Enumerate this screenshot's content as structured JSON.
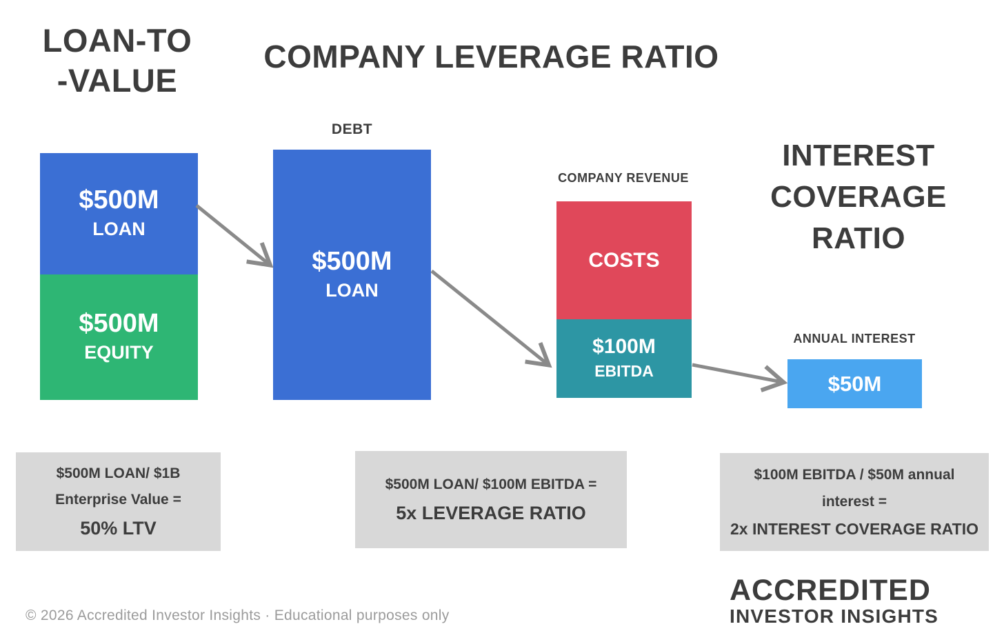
{
  "colors": {
    "loan_blue": "#3b6fd4",
    "equity_green": "#2eb674",
    "costs_red": "#e0485a",
    "ebitda_teal": "#2d96a4",
    "interest_light_blue": "#4aa6f0",
    "summary_box_gray": "#d8d8d8",
    "heading_dark_gray": "#3c3c3c",
    "arrow_gray": "#8a8a8a",
    "footer_gray": "#9b9b9b",
    "background": "#ffffff"
  },
  "ltv_section": {
    "title_line1": "LOAN-TO",
    "title_line2": "-VALUE",
    "bar": {
      "loan_value": "$500M",
      "loan_label": "LOAN",
      "equity_value": "$500M",
      "equity_label": "EQUITY"
    },
    "summary": {
      "line1": "$500M LOAN/ $1B",
      "line2": "Enterprise Value =",
      "result": "50% LTV"
    }
  },
  "leverage_section": {
    "title": "COMPANY LEVERAGE RATIO",
    "debt_caption": "DEBT",
    "bar": {
      "loan_value": "$500M",
      "loan_label": "LOAN"
    },
    "summary": {
      "line1": "$500M LOAN/ $100M EBITDA =",
      "result": "5x LEVERAGE RATIO"
    }
  },
  "revenue_section": {
    "caption": "COMPANY REVENUE",
    "bar": {
      "costs_label": "COSTS",
      "ebitda_value": "$100M",
      "ebitda_label": "EBITDA"
    }
  },
  "icr_section": {
    "title_line1": "INTEREST",
    "title_line2": "COVERAGE",
    "title_line3": "RATIO",
    "annual_interest_caption": "ANNUAL INTEREST",
    "interest_value": "$50M",
    "summary": {
      "line1": "$100M EBITDA / $50M annual",
      "line2": "interest =",
      "result": "2x INTEREST COVERAGE RATIO"
    }
  },
  "footer": {
    "copyright": "© 2026 Accredited Investor Insights · Educational purposes only",
    "logo_line1": "ACCREDITED",
    "logo_line2": "INVESTOR INSIGHTS"
  }
}
